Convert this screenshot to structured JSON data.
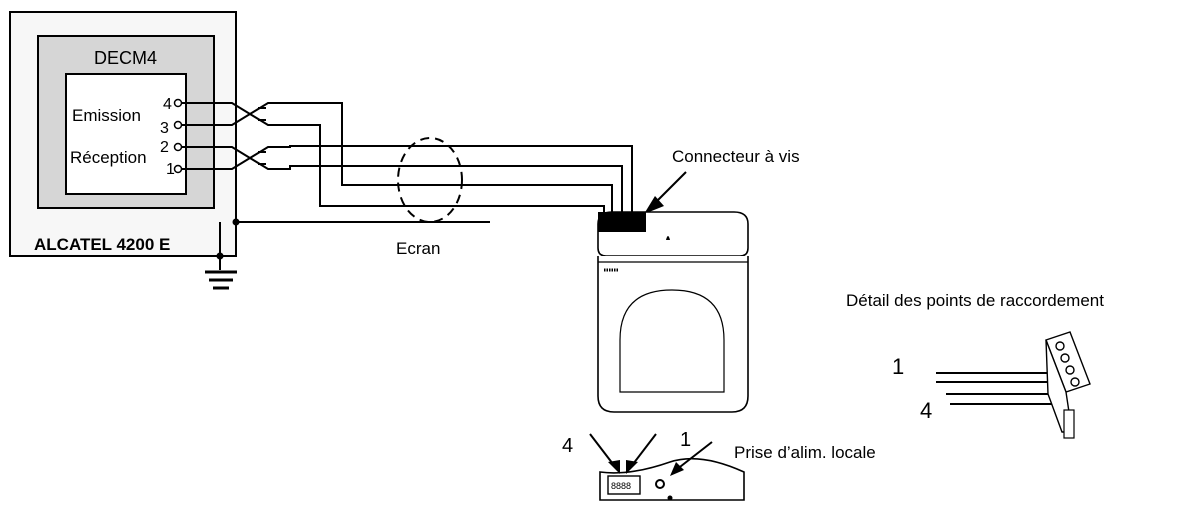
{
  "labels": {
    "module": "DECM4",
    "emission": "Emission",
    "reception": "Réception",
    "system": "ALCATEL 4200 E",
    "screen": "Ecran",
    "screw_connector": "Connecteur à vis",
    "detail_title": "Détail des points de raccordement",
    "detail_pin_1": "1",
    "detail_pin_4": "4",
    "bottom_pin_4": "4",
    "bottom_pin_1": "1",
    "local_power": "Prise d’alim. locale"
  },
  "pins": [
    "4",
    "3",
    "2",
    "1"
  ]
}
